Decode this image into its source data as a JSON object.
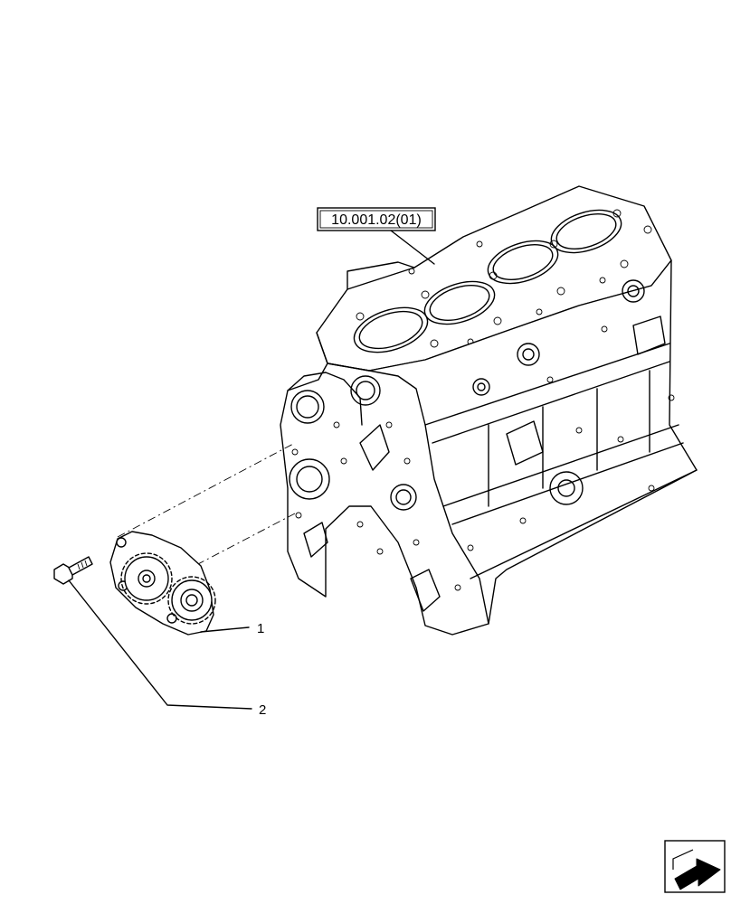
{
  "diagram": {
    "reference_label": "10.001.02(01)",
    "callouts": [
      {
        "number": "1"
      },
      {
        "number": "2"
      }
    ],
    "icons": {
      "assembly": "engine-block-icon",
      "pump": "oil-pump-icon",
      "bolt": "bolt-icon",
      "navigation": "next-page-arrow-icon"
    }
  }
}
